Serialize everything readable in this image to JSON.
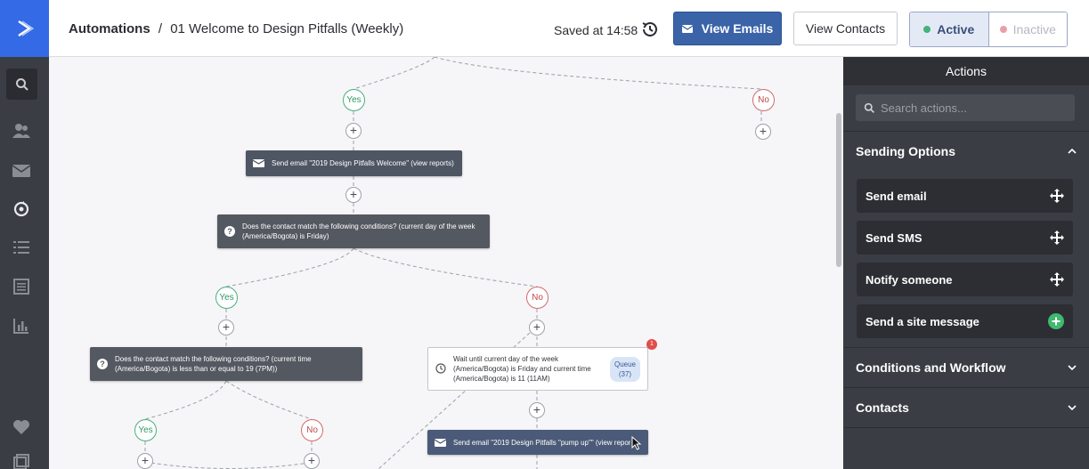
{
  "header": {
    "breadcrumb_root": "Automations",
    "breadcrumb_sep": "/",
    "breadcrumb_current": "01 Welcome to Design Pitfalls (Weekly)",
    "saved_text": "Saved at 14:58",
    "view_emails_label": "View Emails",
    "view_contacts_label": "View Contacts",
    "status_active_label": "Active",
    "status_inactive_label": "Inactive",
    "active_dot_color": "#45b27a",
    "inactive_dot_color": "#e8a0a8"
  },
  "nav": {
    "icons": [
      "search-icon",
      "contacts-icon",
      "email-icon",
      "automations-icon",
      "lists-icon",
      "forms-icon",
      "reports-icon",
      "heart-icon",
      "pages-icon"
    ]
  },
  "canvas": {
    "branches": {
      "top_yes": "Yes",
      "top_no": "No",
      "mid_yes": "Yes",
      "mid_no": "No",
      "low_yes": "Yes",
      "low_no": "No"
    },
    "plus_glyph": "+",
    "node_send_welcome": "Send email \"2019 Design Pitfalls Welcome\" (view reports)",
    "node_condition_friday": "Does the contact match the following conditions? (current day of the week (America/Bogota) is Friday)",
    "node_condition_time": "Does the contact match the following conditions? (current time (America/Bogota) is less than or equal to 19 (7PM))",
    "node_wait": "Wait until current day of the week (America/Bogota) is Friday and current time (America/Bogota) is 11 (11AM)",
    "queue_label": "Queue",
    "queue_count": "(37)",
    "badge_count": "1",
    "node_send_pumpup": "Send email \"2019 Design Pitfalls \"pump up\"\" (view repor"
  },
  "panel": {
    "title": "Actions",
    "search_placeholder": "Search actions...",
    "sections": {
      "sending_options": "Sending Options",
      "conditions_workflow": "Conditions and Workflow",
      "contacts": "Contacts"
    },
    "actions": {
      "send_email": "Send email",
      "send_sms": "Send SMS",
      "notify_someone": "Notify someone",
      "send_site_message": "Send a site message"
    },
    "add_color": "#3fb96e"
  },
  "colors": {
    "brand": "#356ae6",
    "primary_button": "#3a63a8",
    "yes": "#45b27a",
    "no": "#d26a6a"
  }
}
